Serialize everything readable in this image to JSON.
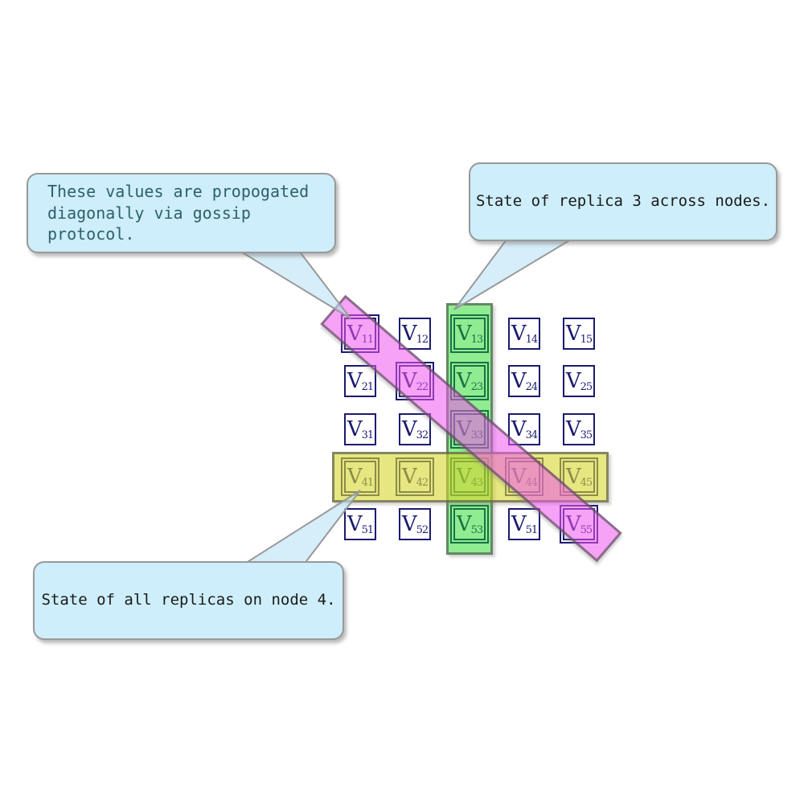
{
  "diagram": {
    "description_note": "replicated state matrix diagram"
  },
  "matrix": {
    "letter": "V",
    "rows": 5,
    "cols": 5,
    "cell_subscripts": [
      [
        "11",
        "12",
        "13",
        "14",
        "15"
      ],
      [
        "21",
        "22",
        "23",
        "24",
        "25"
      ],
      [
        "31",
        "32",
        "33",
        "34",
        "35"
      ],
      [
        "41",
        "42",
        "43",
        "44",
        "45"
      ],
      [
        "51",
        "52",
        "53",
        "51",
        "55"
      ]
    ]
  },
  "highlights": {
    "replica_column": {
      "column": 3,
      "color": "#90EE90"
    },
    "node_row": {
      "row": 4,
      "color": "#E8E87A"
    },
    "gossip_diagonal": {
      "cells": [
        "11",
        "22",
        "33",
        "44",
        "55"
      ],
      "color": "#EE82EE"
    }
  },
  "callouts": [
    {
      "id": "gossip",
      "text": "These values are propogated\ndiagonally via gossip protocol.",
      "text_color": "#2E5F6E"
    },
    {
      "id": "replica",
      "text": "State of replica 3 across nodes.",
      "text_color": "#1A1A1A"
    },
    {
      "id": "node",
      "text": "State of all replicas on node 4.",
      "text_color": "#1A1A1A"
    }
  ],
  "colors": {
    "background": "#FFFFFF",
    "cell_border": "#1A1A70",
    "band_border": "#4B4B4B",
    "band_green": "#90EE90",
    "band_yellow": "#E8E87A",
    "band_pink": "#EE82EE",
    "callout_fill": "#CDEEFA",
    "callout_border": "#999999",
    "callout1_text": "#2E5F6E",
    "callout_text": "#1A1A1A"
  }
}
